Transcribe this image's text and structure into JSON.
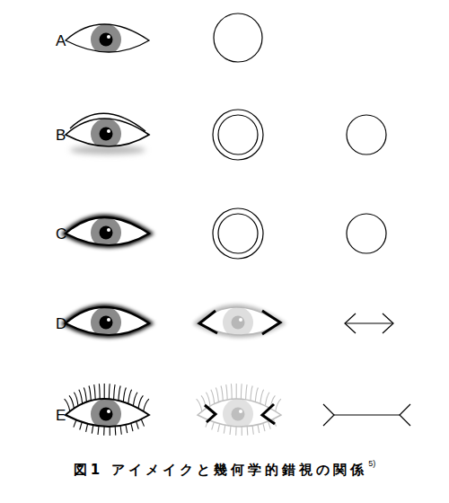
{
  "diagram": {
    "caption": "図1 アイメイクと幾何学的錯視の関係",
    "labels": [
      "A",
      "B",
      "C",
      "D",
      "E",
      "5)"
    ]
  }
}
